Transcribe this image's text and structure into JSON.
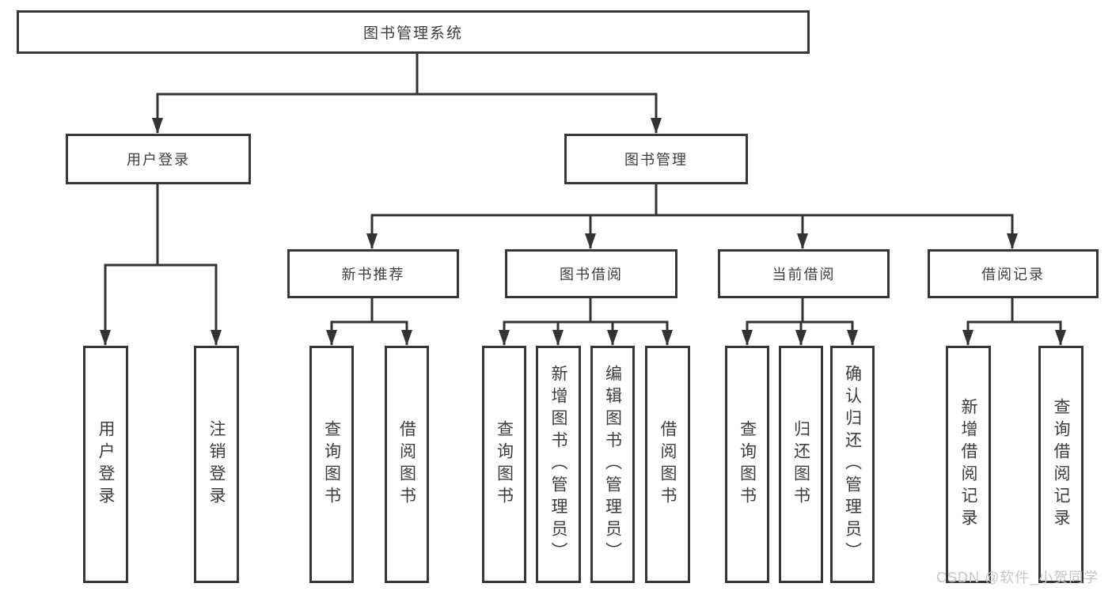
{
  "tree": {
    "root": {
      "id": "library-management-system",
      "label": "图书管理系统"
    },
    "level2": [
      {
        "id": "user-login",
        "label": "用户登录"
      },
      {
        "id": "book-management",
        "label": "图书管理"
      }
    ],
    "level3": [
      {
        "id": "new-book-recommendation",
        "label": "新书推荐",
        "parent": "book-management"
      },
      {
        "id": "book-borrowing",
        "label": "图书借阅",
        "parent": "book-management"
      },
      {
        "id": "current-borrowing",
        "label": "当前借阅",
        "parent": "book-management"
      },
      {
        "id": "borrowing-records",
        "label": "借阅记录",
        "parent": "book-management"
      }
    ],
    "level4": [
      {
        "id": "user-login-leaf",
        "label": "用户登录",
        "parent": "user-login"
      },
      {
        "id": "logout",
        "label": "注销登录",
        "parent": "user-login"
      },
      {
        "id": "query-books-recommend",
        "label": "查询图书",
        "parent": "new-book-recommendation"
      },
      {
        "id": "borrow-books-recommend",
        "label": "借阅图书",
        "parent": "new-book-recommendation"
      },
      {
        "id": "query-books-borrowing",
        "label": "查询图书",
        "parent": "book-borrowing"
      },
      {
        "id": "add-books-admin",
        "label": "新增图书（管理员）",
        "parent": "book-borrowing"
      },
      {
        "id": "edit-books-admin",
        "label": "编辑图书（管理员）",
        "parent": "book-borrowing"
      },
      {
        "id": "borrow-books-borrowing",
        "label": "借阅图书",
        "parent": "book-borrowing"
      },
      {
        "id": "query-books-current",
        "label": "查询图书",
        "parent": "current-borrowing"
      },
      {
        "id": "return-books",
        "label": "归还图书",
        "parent": "current-borrowing"
      },
      {
        "id": "confirm-return-admin",
        "label": "确认归还（管理员）",
        "parent": "current-borrowing"
      },
      {
        "id": "add-borrow-record",
        "label": "新增借阅记录",
        "parent": "borrowing-records"
      },
      {
        "id": "query-borrow-record",
        "label": "查询借阅记录",
        "parent": "borrowing-records"
      }
    ]
  },
  "watermark": {
    "text": "CSDN @软件_小贺同学"
  },
  "colors": {
    "background": "#ffffff",
    "line": "#333333",
    "box_border": "#373737",
    "text": "#3d3d3d",
    "watermark": "#c6c6c6"
  }
}
